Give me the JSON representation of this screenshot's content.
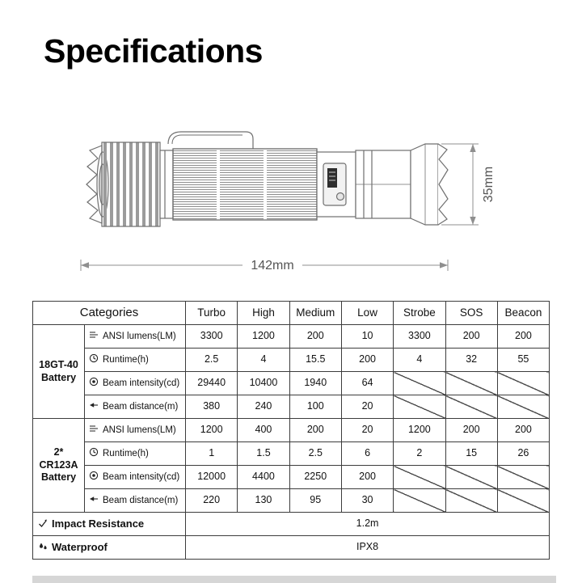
{
  "page": {
    "title": "Specifications"
  },
  "diagram": {
    "length_label": "142mm",
    "height_label": "35mm"
  },
  "table": {
    "categories_header": "Categories",
    "columns": [
      "Turbo",
      "High",
      "Medium",
      "Low",
      "Strobe",
      "SOS",
      "Beacon"
    ],
    "sections": [
      {
        "battery": "18GT-40 Battery",
        "rows": [
          {
            "icon": "lumens-icon",
            "label": "ANSI lumens(LM)",
            "values": [
              "3300",
              "1200",
              "200",
              "10",
              "3300",
              "200",
              "200"
            ]
          },
          {
            "icon": "runtime-icon",
            "label": "Runtime(h)",
            "values": [
              "2.5",
              "4",
              "15.5",
              "200",
              "4",
              "32",
              "55"
            ]
          },
          {
            "icon": "beam-intensity-icon",
            "label": "Beam intensity(cd)",
            "values": [
              "29440",
              "10400",
              "1940",
              "64",
              "",
              "",
              ""
            ]
          },
          {
            "icon": "beam-distance-icon",
            "label": "Beam distance(m)",
            "values": [
              "380",
              "240",
              "100",
              "20",
              "",
              "",
              ""
            ]
          }
        ]
      },
      {
        "battery": "2* CR123A Battery",
        "rows": [
          {
            "icon": "lumens-icon",
            "label": "ANSI lumens(LM)",
            "values": [
              "1200",
              "400",
              "200",
              "20",
              "1200",
              "200",
              "200"
            ]
          },
          {
            "icon": "runtime-icon",
            "label": "Runtime(h)",
            "values": [
              "1",
              "1.5",
              "2.5",
              "6",
              "2",
              "15",
              "26"
            ]
          },
          {
            "icon": "beam-intensity-icon",
            "label": "Beam intensity(cd)",
            "values": [
              "12000",
              "4400",
              "2250",
              "200",
              "",
              "",
              ""
            ]
          },
          {
            "icon": "beam-distance-icon",
            "label": "Beam distance(m)",
            "values": [
              "220",
              "130",
              "95",
              "30",
              "",
              "",
              ""
            ]
          }
        ]
      }
    ],
    "footer": [
      {
        "icon": "impact-resistance-icon",
        "label": "Impact Resistance",
        "value": "1.2m"
      },
      {
        "icon": "waterproof-icon",
        "label": "Waterproof",
        "value": "IPX8"
      }
    ]
  }
}
